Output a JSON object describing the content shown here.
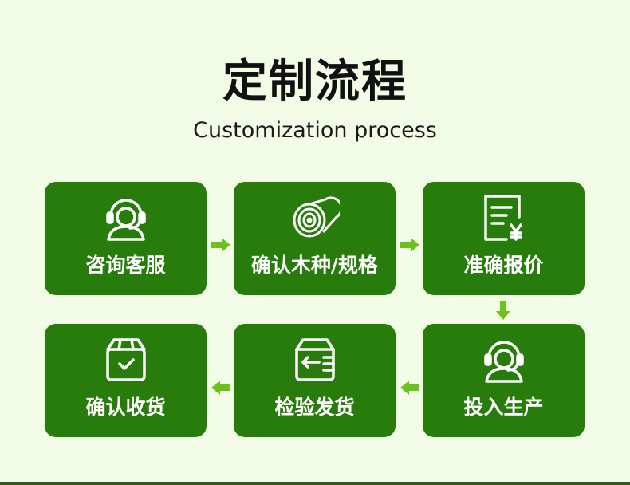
{
  "title": "定制流程",
  "subtitle": "Customization process",
  "steps": [
    {
      "label": "咨询客服",
      "icon": "headset-agent-icon"
    },
    {
      "label": "确认木种/规格",
      "icon": "wood-log-icon"
    },
    {
      "label": "准确报价",
      "icon": "quote-document-yen-icon"
    },
    {
      "label": "投入生产",
      "icon": "headset-agent-icon"
    },
    {
      "label": "检验发货",
      "icon": "box-return-icon"
    },
    {
      "label": "确认收货",
      "icon": "box-check-icon"
    }
  ],
  "colors": {
    "background": "#f2fbe6",
    "card": "#277c0c",
    "arrow": "#6cc11c",
    "text": "#ffffff"
  }
}
